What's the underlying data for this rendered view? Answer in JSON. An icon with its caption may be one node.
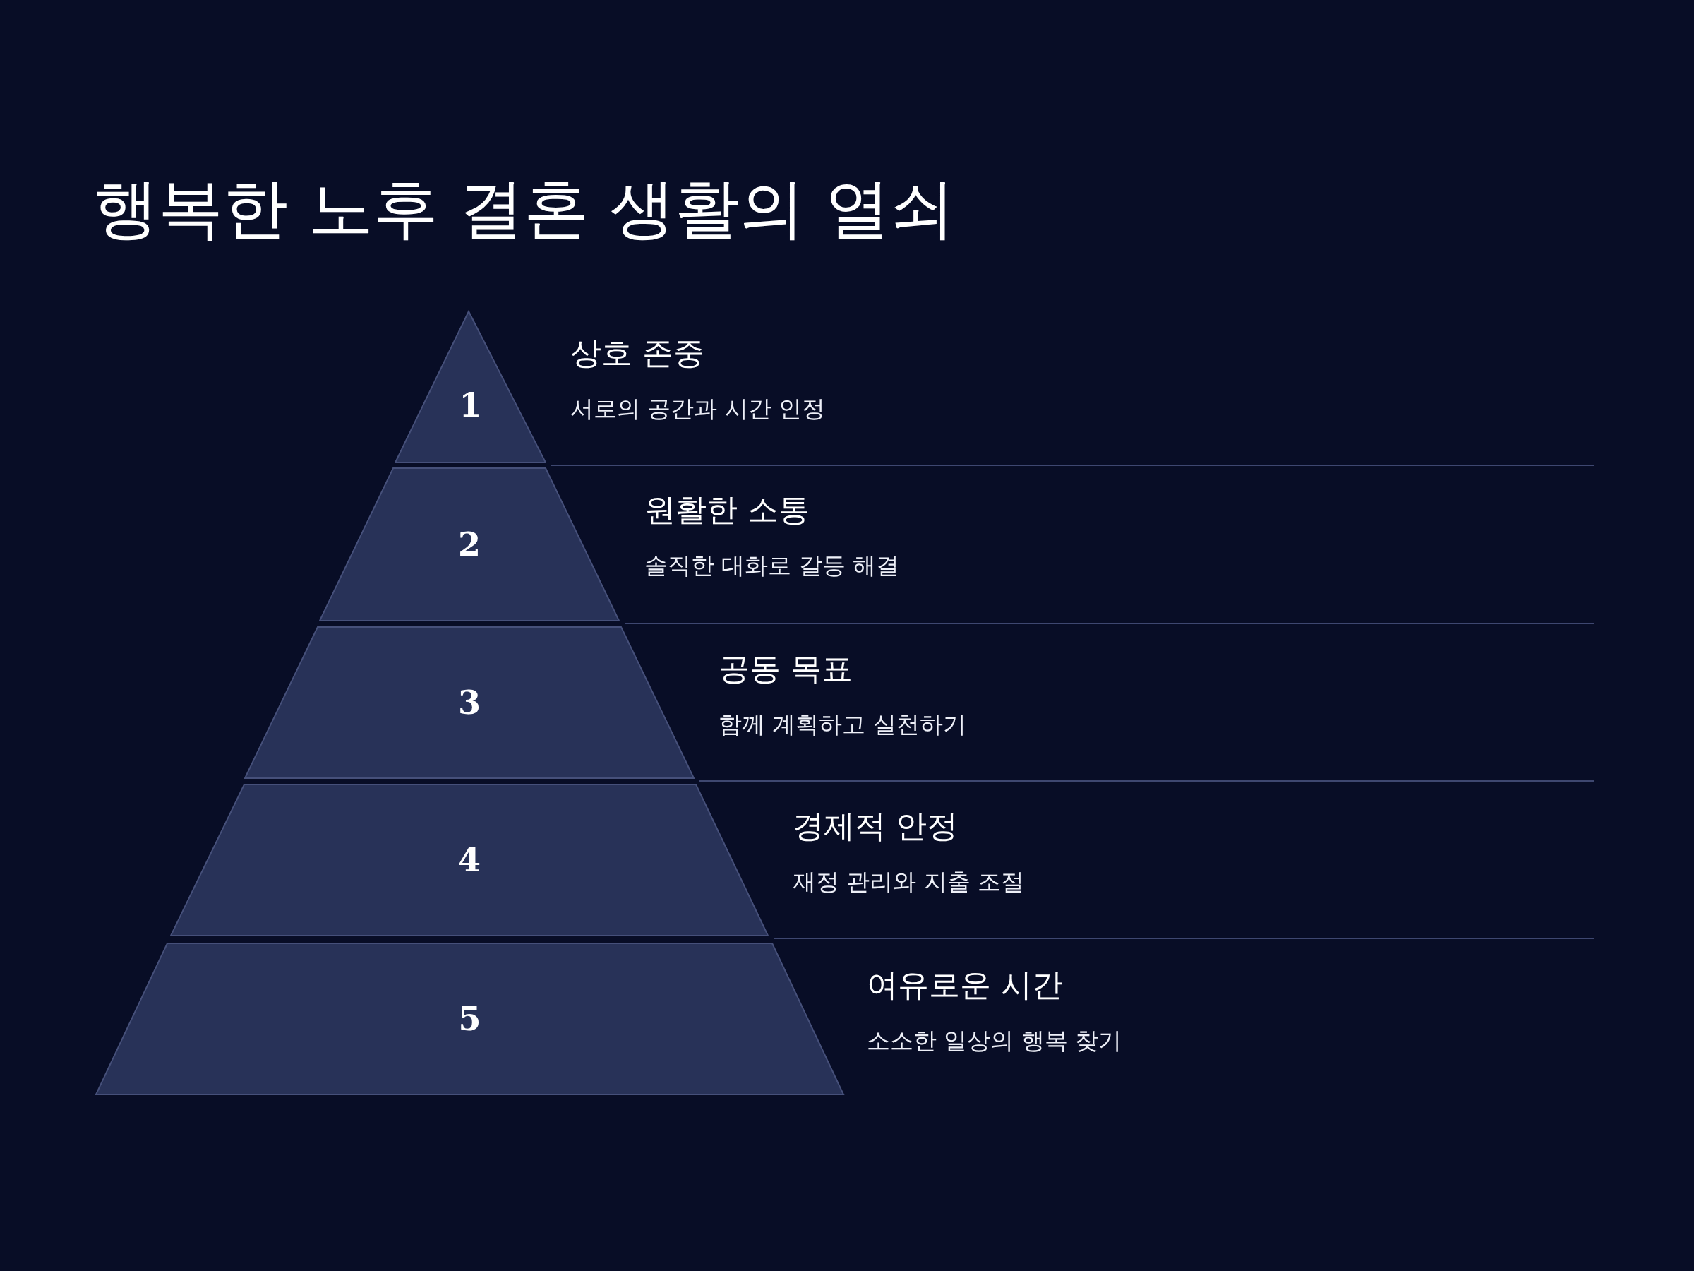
{
  "diagram": {
    "title": "행복한 노후 결혼 생활의 열쇠",
    "nodes": [
      {
        "text": [
          "1"
        ],
        "beside": [
          "상호 존중",
          "서로의 공간과 시간 인정"
        ]
      },
      {
        "text": [
          "2"
        ],
        "beside": [
          "원활한 소통",
          "솔직한 대화로 갈등 해결"
        ]
      },
      {
        "text": [
          "3"
        ],
        "beside": [
          "공동 목표",
          "함께 계획하고 실천하기"
        ]
      },
      {
        "text": [
          "4"
        ],
        "beside": [
          "경제적 안정",
          "재정 관리와 지출 조절"
        ]
      },
      {
        "text": [
          "5"
        ],
        "beside": [
          "여유로운 시간",
          "소소한 일상의 행복 찾기"
        ]
      }
    ]
  }
}
